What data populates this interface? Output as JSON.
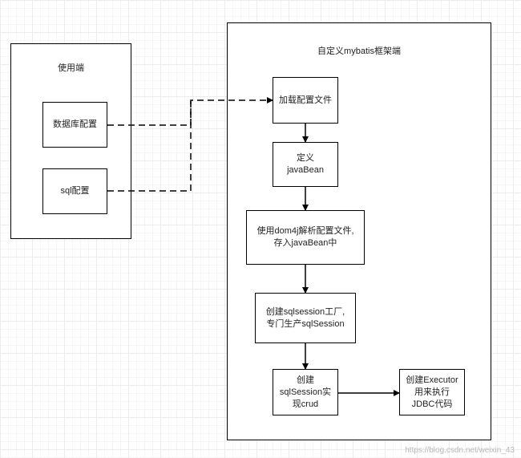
{
  "user_side": {
    "title": "使用端",
    "boxes": {
      "db_config": "数据库配置",
      "sql_config": "sql配置"
    }
  },
  "framework_side": {
    "title": "自定义mybatis框架端",
    "steps": {
      "load_config": "加载配置文件",
      "define_bean": "定义\njavaBean",
      "parse_config": "使用dom4j解析配置文件,\n存入javaBean中",
      "create_factory": "创建sqlsession工厂,\n专门生产sqlSession",
      "create_session": "创建\nsqlSession实\n现crud",
      "create_executor": "创建Executor\n用来执行\nJDBC代码"
    }
  },
  "watermark": "https://blog.csdn.net/weixin_43"
}
